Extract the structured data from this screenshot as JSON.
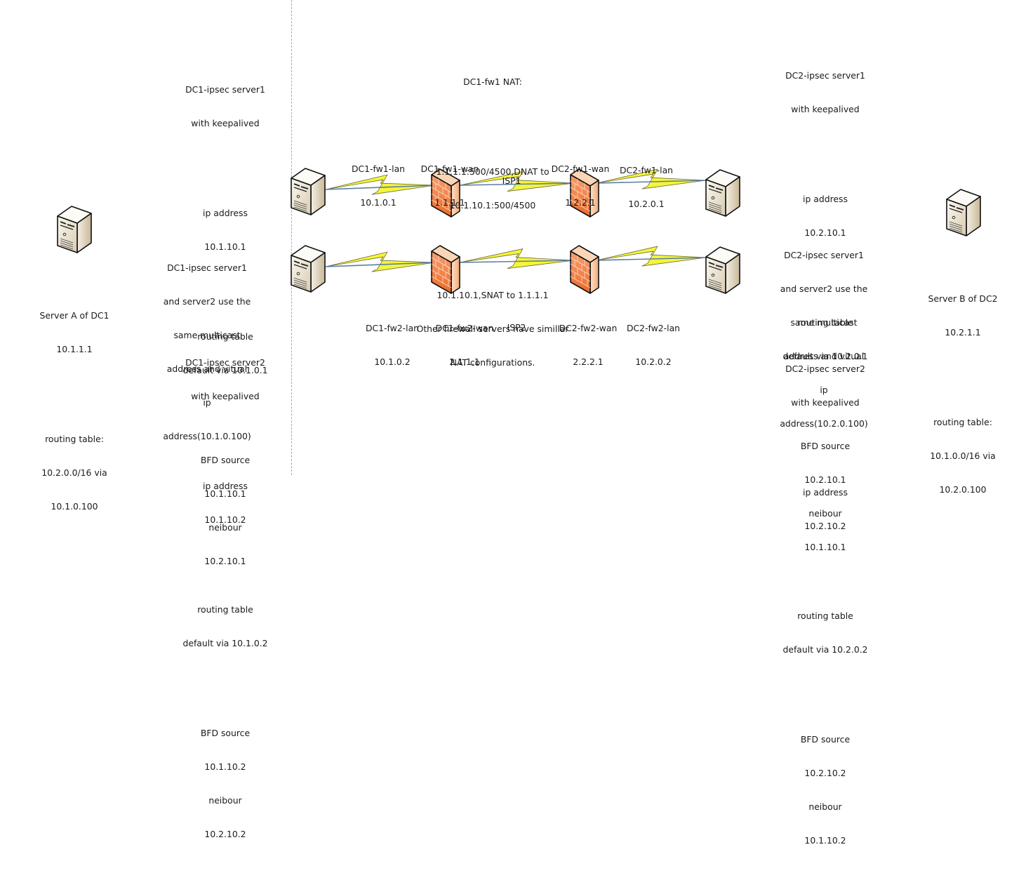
{
  "diagram": {
    "dc1": {
      "server_a": {
        "title": "Server A of DC1",
        "ip": "10.1.1.1",
        "routing_label": "routing table:",
        "routing_lines": [
          "10.2.0.0/16 via",
          "10.1.0.100"
        ]
      },
      "ipsec_server1": {
        "lines": [
          [
            "DC1-ipsec server1",
            "with keepalived"
          ],
          [
            "ip address",
            "10.1.10.1"
          ],
          [
            "routing table",
            "default via 10.1.0.1"
          ],
          [
            "BFD source",
            "10.1.10.1",
            "neibour",
            "10.2.10.1"
          ]
        ]
      },
      "shared_vip_note": [
        "DC1-ipsec server1",
        "and server2 use the",
        "same multicast",
        "address and vitual",
        "ip",
        "address(10.1.0.100)"
      ],
      "ipsec_server2": {
        "lines": [
          [
            "DC1-ipsec server2",
            "with keepalived"
          ],
          [
            "ip address",
            "10.1.10.2"
          ],
          [
            "routing table",
            "default via 10.1.0.2"
          ],
          [
            "BFD source",
            "10.1.10.2",
            "neibour",
            "10.2.10.2"
          ]
        ]
      }
    },
    "nat_note": [
      [
        "DC1-fw1 NAT:"
      ],
      [
        "1.1.1.1:500/4500,DNAT to",
        "10.1.10.1:500/4500"
      ],
      [
        "10.1.10.1,SNAT to 1.1.1.1",
        "Other firewall servers have simillar",
        "NAT configurations."
      ]
    ],
    "path1_labels": {
      "dc1_fw1_lan": [
        "DC1-fw1-lan",
        "10.1.0.1"
      ],
      "dc1_fw1_wan": [
        "DC1-fw1-wan",
        "1.1.1.1"
      ],
      "isp": "ISP1",
      "dc2_fw1_wan": [
        "DC2-fw1-wan",
        "1.2.2.1"
      ],
      "dc2_fw1_lan": [
        "DC2-fw1-lan",
        "10.2.0.1"
      ]
    },
    "path2_labels": {
      "dc1_fw2_lan": [
        "DC1-fw2-lan",
        "10.1.0.2"
      ],
      "dc1_fw2_wan": [
        "DC1-fw2-wan",
        "2.1.1.1"
      ],
      "isp": "ISP2",
      "dc2_fw2_wan": [
        "DC2-fw2-wan",
        "2.2.2.1"
      ],
      "dc2_fw2_lan": [
        "DC2-fw2-lan",
        "10.2.0.2"
      ]
    },
    "dc2": {
      "ipsec_server1": {
        "lines": [
          [
            "DC2-ipsec server1",
            "with keepalived"
          ],
          [
            "ip address",
            "10.2.10.1"
          ],
          [
            "routing table",
            "default via 10.2.0.1"
          ],
          [
            "BFD source",
            "10.2.10.1",
            "neibour",
            "10.1.10.1"
          ]
        ]
      },
      "shared_vip_note": [
        "DC2-ipsec server1",
        "and server2 use the",
        "same multicast",
        "address and vitual",
        "ip",
        "address(10.2.0.100)"
      ],
      "ipsec_server2": {
        "lines": [
          [
            "DC2-ipsec server2",
            "with keepalived"
          ],
          [
            "ip address",
            "10.2.10.2"
          ],
          [
            "routing table",
            "default via 10.2.0.2"
          ],
          [
            "BFD source",
            "10.2.10.2",
            "neibour",
            "10.1.10.2"
          ]
        ]
      },
      "server_b": {
        "title": "Server B of DC2",
        "ip": "10.2.1.1",
        "routing_label": "routing table:",
        "routing_lines": [
          "10.1.0.0/16 via",
          "10.2.0.100"
        ]
      }
    },
    "colors": {
      "firewall": "#f08040",
      "lightning": "#f5f53a",
      "link": "#5a7ea0",
      "server": "#e8e0cc",
      "separator": "#a8a8a8"
    }
  }
}
